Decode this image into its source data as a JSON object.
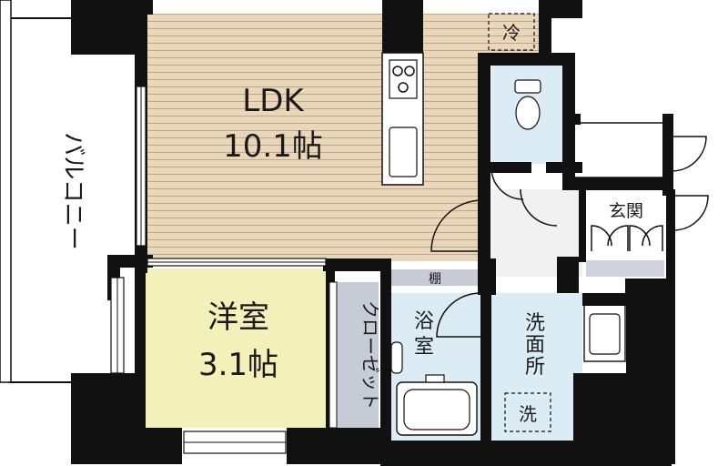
{
  "rooms": {
    "ldk": {
      "name": "LDK",
      "size": "10.1帖",
      "color": "#e8d7bb"
    },
    "western": {
      "name": "洋室",
      "size": "3.1帖",
      "color": "#f4f0b9"
    },
    "closet": {
      "name": "クローゼット",
      "color": "#c6cbd6"
    },
    "balcony": {
      "name": "バルコニー"
    },
    "bath": {
      "name_line1": "浴",
      "name_line2": "室",
      "color": "#dcecf5"
    },
    "washroom": {
      "name_line1": "洗",
      "name_line2": "面",
      "name_line3": "所",
      "color": "#dcecf5"
    },
    "entrance": {
      "name": "玄関"
    },
    "shelf": {
      "name": "棚"
    },
    "toilet": {
      "color": "#dcecf5"
    }
  },
  "appliances": {
    "fridge": "冷",
    "washer": "洗"
  },
  "colors": {
    "wall": "#111111",
    "floor_neutral": "#f1f1f1",
    "step": "#d0d3dc",
    "wood_line": "#b59a76"
  }
}
